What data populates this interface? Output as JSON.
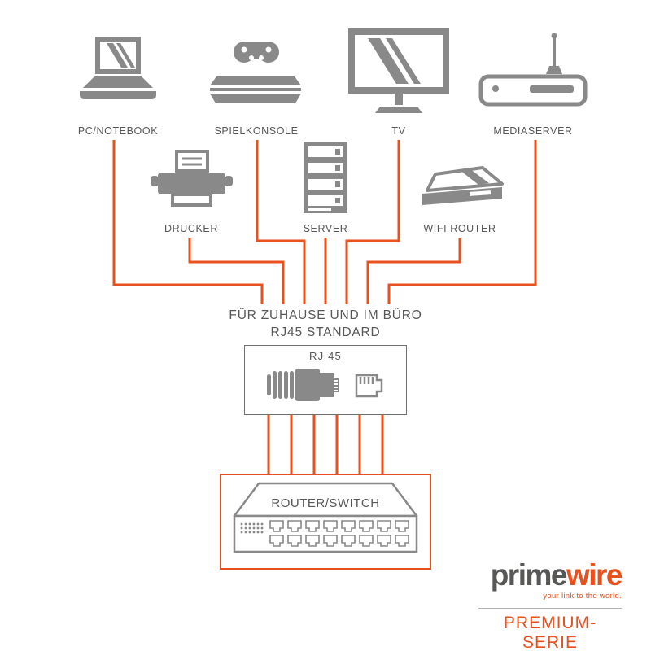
{
  "colors": {
    "accent_orange": "#E8501E",
    "device_gray": "#898989",
    "text_gray": "#575756"
  },
  "devices": [
    {
      "label": "PC/NOTEBOOK",
      "icon": "laptop-icon"
    },
    {
      "label": "SPIELKONSOLE",
      "icon": "game-console-icon"
    },
    {
      "label": "TV",
      "icon": "tv-icon"
    },
    {
      "label": "MEDIASERVER",
      "icon": "mediaserver-icon"
    },
    {
      "label": "DRUCKER",
      "icon": "printer-icon"
    },
    {
      "label": "SERVER",
      "icon": "server-icon"
    },
    {
      "label": "WIFI ROUTER",
      "icon": "wifi-router-icon"
    }
  ],
  "center": {
    "heading_line1": "FÜR ZUHAUSE UND IM BÜRO",
    "heading_line2": "RJ45 STANDARD",
    "connector_label": "RJ 45"
  },
  "switch": {
    "label": "ROUTER/SWITCH"
  },
  "brand": {
    "logo_prime": "prime",
    "logo_wire": "wire",
    "tagline": "your link to the world.",
    "series": "PREMIUM-SERIE"
  }
}
